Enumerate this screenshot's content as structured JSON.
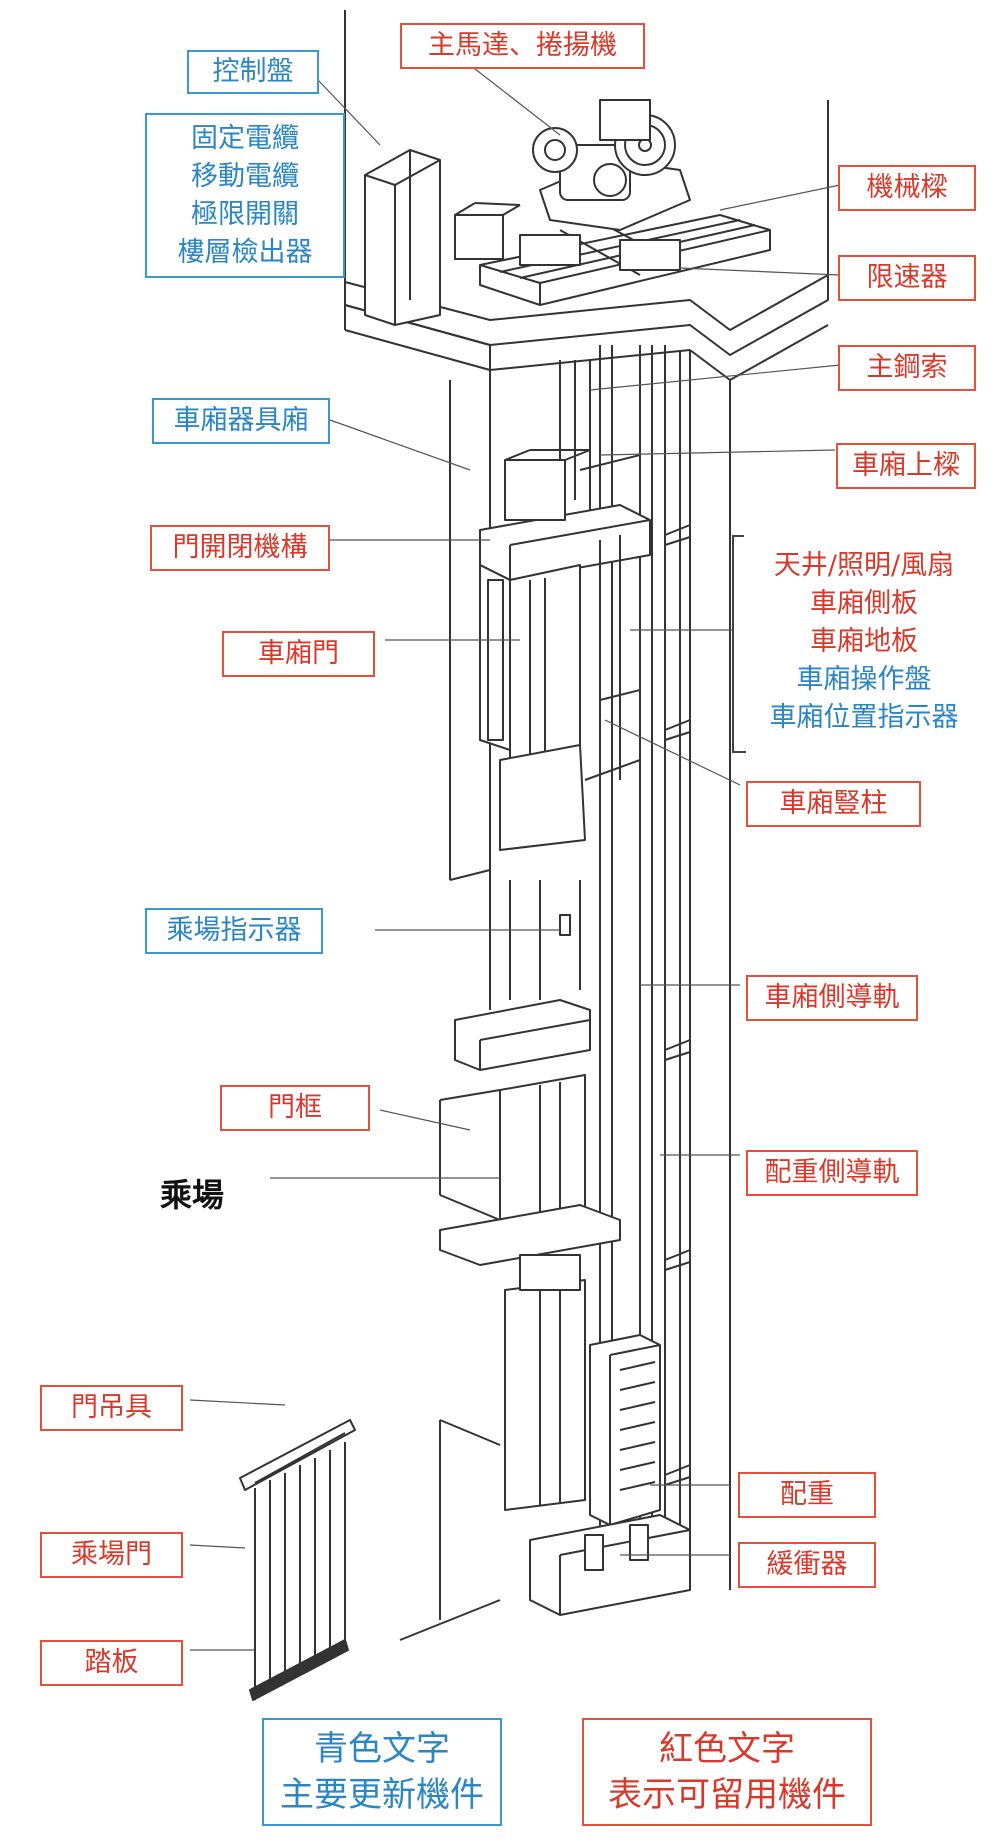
{
  "colors": {
    "red": "#d8392a",
    "blue": "#2b86c4",
    "ink": "#333333"
  },
  "labels": {
    "control_panel": "控制盤",
    "cables": [
      "固定電纜",
      "移動電纜",
      "極限開關",
      "樓層檢出器"
    ],
    "main_motor": "主馬達、捲揚機",
    "machine_beam": "機械樑",
    "governor": "限速器",
    "main_rope": "主鋼索",
    "car_equipment": "車廂器具廂",
    "car_top_beam": "車廂上樑",
    "door_operator": "門開閉機構",
    "car_parts": [
      "天井/照明/風扇",
      "車廂側板",
      "車廂地板",
      "車廂操作盤",
      "車廂位置指示器"
    ],
    "car_door": "車廂門",
    "car_stile": "車廂豎柱",
    "hall_indicator": "乘場指示器",
    "car_guide_rail": "車廂側導軌",
    "door_frame": "門框",
    "hall": "乘場",
    "cw_guide_rail": "配重側導軌",
    "door_hanger": "門吊具",
    "counterweight": "配重",
    "hall_door": "乘場門",
    "buffer": "緩衝器",
    "sill": "踏板"
  },
  "legend": {
    "blue": [
      "青色文字",
      "主要更新機件"
    ],
    "red": [
      "紅色文字",
      "表示可留用機件"
    ]
  }
}
